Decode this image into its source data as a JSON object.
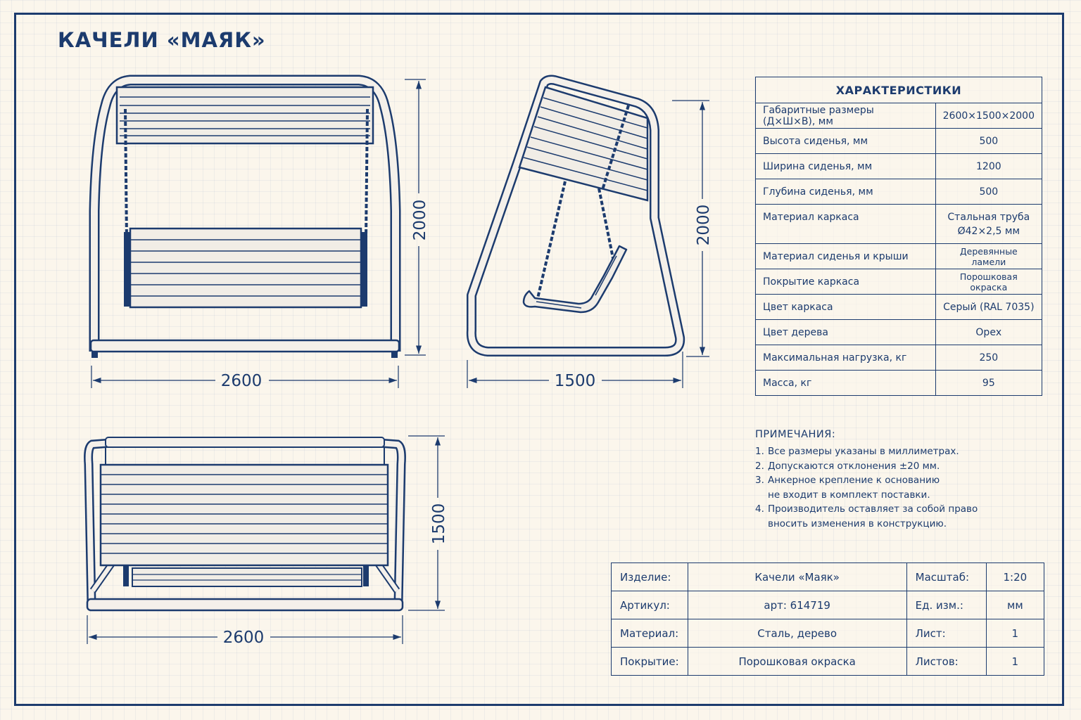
{
  "title": "КАЧЕЛИ «МАЯК»",
  "dimensions": {
    "front_width": "2600",
    "front_height": "2000",
    "side_depth": "1500",
    "side_height": "2000",
    "top_width": "2600",
    "top_depth": "1500"
  },
  "specs": {
    "heading": "ХАРАКТЕРИСТИКИ",
    "rows": [
      {
        "label": "Габаритные размеры (Д×Ш×В), мм",
        "value": "2600×1500×2000"
      },
      {
        "label": "Высота сиденья, мм",
        "value": "500"
      },
      {
        "label": "Ширина сиденья, мм",
        "value": "1200"
      },
      {
        "label": "Глубина сиденья, мм",
        "value": "500"
      },
      {
        "label": "Материал каркаса",
        "value": "Стальная труба",
        "value2": "Ø42×2,5 мм"
      },
      {
        "label": "Материал сиденья и крыши",
        "value": "Деревянные ламели"
      },
      {
        "label": "Покрытие каркаса",
        "value": "Порошковая окраска"
      },
      {
        "label": "Цвет каркаса",
        "value": "Серый (RAL 7035)"
      },
      {
        "label": "Цвет дерева",
        "value": "Орех"
      },
      {
        "label": "Максимальная нагрузка, кг",
        "value": "250"
      },
      {
        "label": "Масса, кг",
        "value": "95"
      }
    ]
  },
  "notes": {
    "heading": "ПРИМЕЧАНИЯ:",
    "items": [
      {
        "num": "1.",
        "lines": [
          "Все размеры указаны в миллиметрах."
        ]
      },
      {
        "num": "2.",
        "lines": [
          "Допускаются отклонения ±20 мм."
        ]
      },
      {
        "num": "3.",
        "lines": [
          "Анкерное крепление к основанию",
          "не входит в комплект поставки."
        ]
      },
      {
        "num": "4.",
        "lines": [
          "Производитель оставляет за собой право",
          "вносить изменения в конструкцию."
        ]
      }
    ]
  },
  "title_block": {
    "rows": [
      {
        "label1": "Изделие:",
        "value1": "Качели «Маяк»",
        "label2": "Масштаб:",
        "value2": "1:20"
      },
      {
        "label1": "Артикул:",
        "value1": "арт: 614719",
        "label2": "Ед. изм.:",
        "value2": "мм"
      },
      {
        "label1": "Материал:",
        "value1": "Сталь, дерево",
        "label2": "Лист:",
        "value2": "1"
      },
      {
        "label1": "Покрытие:",
        "value1": "Порошковая окраска",
        "label2": "Листов:",
        "value2": "1"
      }
    ]
  },
  "colors": {
    "ink": "#1c3b6e",
    "paper": "#fbf6ec",
    "slat": "#f1ede6"
  }
}
